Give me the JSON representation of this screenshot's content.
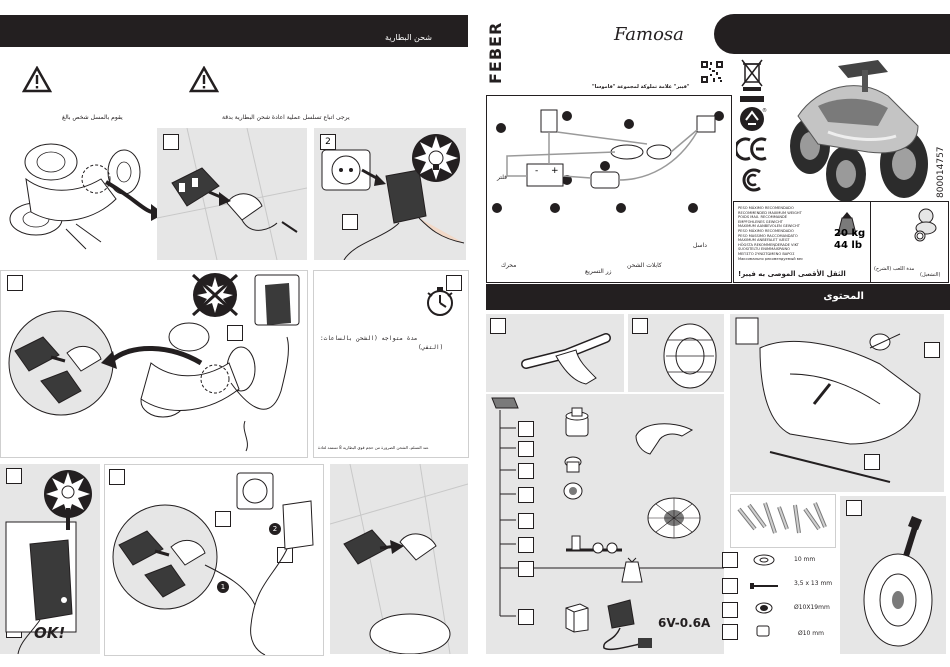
{
  "left_page": {
    "header_title": "شحن البطارية",
    "top_left_caption": "يقوم بالمسل شخص بالغ",
    "top_right_caption": "يرجى اتباع تسلسل عملية اعادة شحن البطارية بدقة",
    "step_number": "2",
    "timer_note": "مدة متواجه (الشحن بالساعات:",
    "timer_note2": "(التفي)",
    "timer_footer": "عند التسلم، الشحن الضرورة من حجم قوي البطارية 8 تستمد لعادة",
    "ok_label": "OK!",
    "step1": "1",
    "step2": "2"
  },
  "right_page": {
    "brand_vertical": "FEBER",
    "brand_script": "Famosa",
    "brand_tagline": "\"فيبر\" علامة تملوكة لمجموعة \"فاموسا\"",
    "product_code": "800014757",
    "wiring": {
      "label_fuse": "فلتر",
      "label_motor": "محرك",
      "label_switch": "زر التسريع",
      "label_connectors": "كابلات الشحن",
      "label_battery": "داسل",
      "plus": "+",
      "minus": "-"
    },
    "load": {
      "lines": [
        "PESO MÁXIMO RECOMENDADO",
        "RECOMMENDED MAXIMUM WEIGHT",
        "POIDS MAX. RECOMMANDÉ",
        "EMPFOHLENES GEWICHT",
        "MAXIMUM AANBEVOLEN GEWICHT",
        "PESO MÁXIMO RECOMENDADO",
        "PESO MASSIMO RACCOMANDATO",
        "MAXIMUM ANBEFALET VÆGT",
        "HÖGSTA REKOMMENDERADE VIKT",
        "SUOSITELTU ENIMMÄISPAINO",
        "ΜΕΓΙΣΤΟ ΣΥΝΙΣΤΩΜΕΝΟ ΒΑΡΟΣ",
        "Максимально рекомендуемый вес"
      ],
      "kg": "20 kg",
      "lb": "44 lb",
      "arabic_caption": "الثقل الأقصى الموصى به",
      "arabic_brand": "فيبر!",
      "play_time": "مدة اللعب (الشرح)",
      "play_time2": "(التشغيل)"
    },
    "contents_title": "المحتوى",
    "adapter_label": "6V-0.6A",
    "hardware": [
      {
        "size": "10 mm"
      },
      {
        "size": "3,5 x 13 mm"
      },
      {
        "size": "Ø10X19mm"
      },
      {
        "size": "Ø10 mm"
      }
    ]
  },
  "colors": {
    "panel_gray": "#e6e6e6",
    "bar_dark": "#231f20",
    "line": "#231f20",
    "wire_gray": "#9a9a9a"
  }
}
